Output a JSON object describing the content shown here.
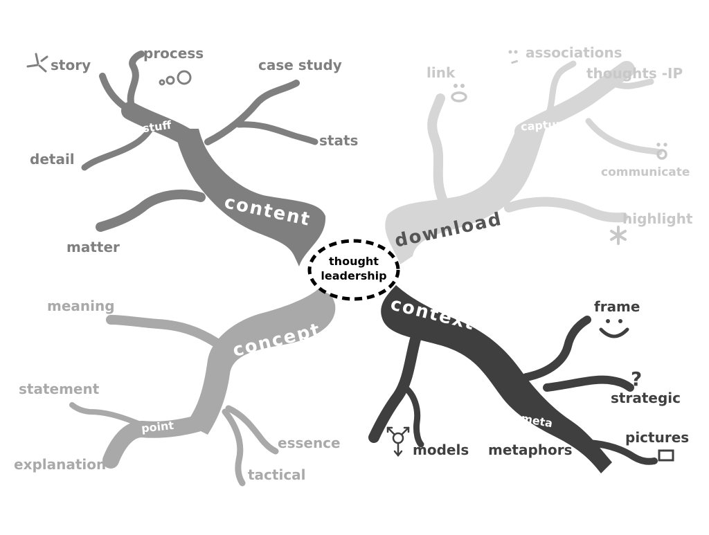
{
  "colors": {
    "content": "#7f7f7f",
    "download": "#d6d6d6",
    "concept": "#a9a9a9",
    "context": "#3f3f3f",
    "background": "#ffffff"
  },
  "center": {
    "line1": "thought",
    "line2": "leadership"
  },
  "content": {
    "label": "content",
    "sub": "stuff",
    "leaves": {
      "story": "story",
      "process": "process",
      "case_study": "case study",
      "stats": "stats",
      "detail": "detail",
      "matter": "matter"
    },
    "icons": [
      "sparkle-icon",
      "bubbles-icon"
    ]
  },
  "download": {
    "label": "download",
    "sub": "capture",
    "leaves": {
      "link": "link",
      "associations": "associations",
      "thoughts": "thoughts -IP",
      "communicate": "communicate",
      "highlight": "highlight"
    },
    "icons": [
      "link-face-icon",
      "dots-face-icon",
      "umlaut-face-icon",
      "asterisk-icon"
    ]
  },
  "concept": {
    "label": "concept",
    "sub": "point",
    "leaves": {
      "meaning": "meaning",
      "statement": "statement",
      "explanation": "explanation",
      "essence": "essence",
      "tactical": "tactical"
    }
  },
  "context": {
    "label": "context",
    "sub": "meta",
    "leaves": {
      "frame": "frame",
      "strategic": "strategic",
      "pictures": "pictures",
      "models": "models",
      "metaphors": "metaphors"
    },
    "icons": [
      "smile-icon",
      "question-icon",
      "screen-icon",
      "network-icon"
    ]
  }
}
